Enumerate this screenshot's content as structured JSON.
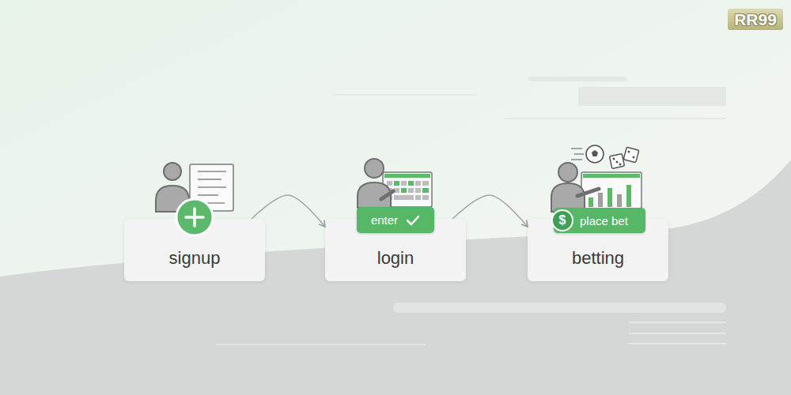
{
  "diagram": {
    "nodes": [
      {
        "text": [
          "signup"
        ]
      },
      {
        "text": [
          "login"
        ]
      },
      {
        "text": [
          "enter"
        ],
        "in": 1
      },
      {
        "text": [
          "betting"
        ]
      },
      {
        "text": [
          "$",
          "place bet"
        ],
        "in": 3
      }
    ],
    "edges": [
      {
        "from": 0,
        "to": 1,
        "arrow": "to"
      },
      {
        "from": 1,
        "to": 3,
        "arrow": "to"
      }
    ],
    "labels": [
      "RR99"
    ]
  }
}
